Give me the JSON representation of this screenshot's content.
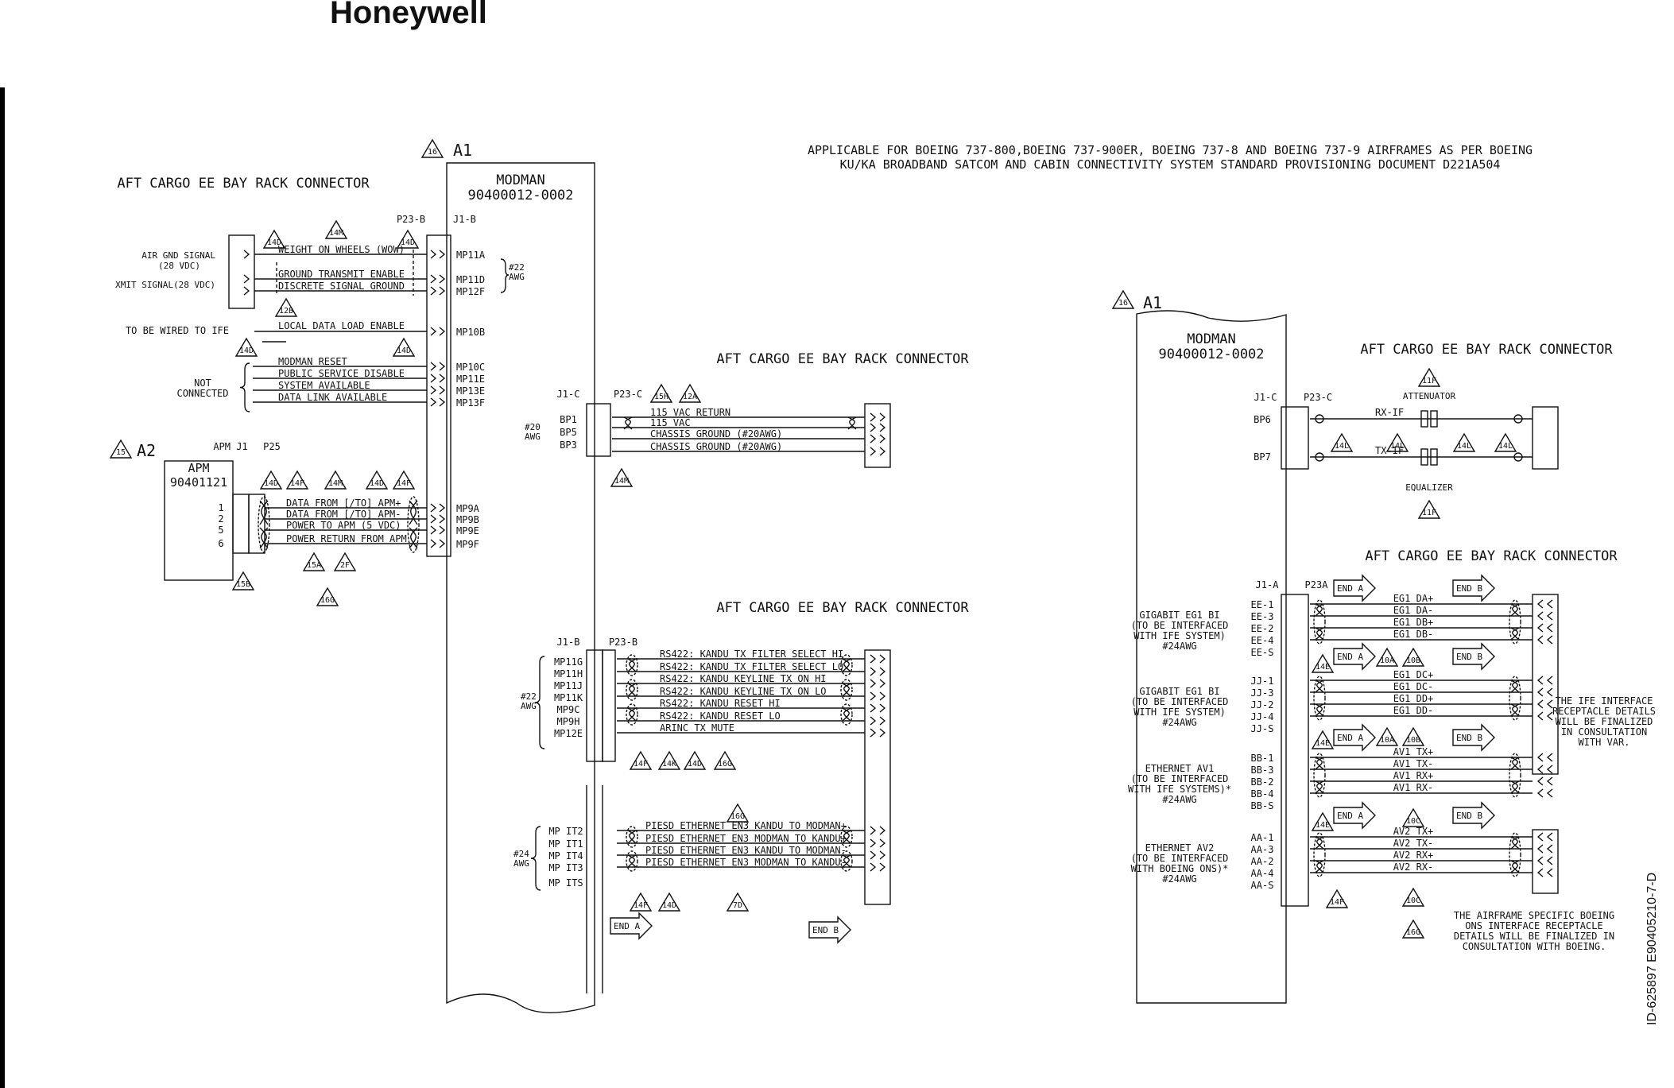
{
  "logo": "Honeywell",
  "doc_id": "ID-625897   E90405210-7-D",
  "applicable_note": [
    "APPLICABLE FOR BOEING 737-800,BOEING 737-900ER, BOEING 737-8 AND BOEING 737-9 AIRFRAMES AS PER BOEING",
    "KU/KA BROADBAND SATCOM AND CABIN CONNECTIVITY SYSTEM STANDARD PROVISIONING DOCUMENT D221A504"
  ],
  "left_a1": {
    "ref_flag": "16",
    "ref": "A1",
    "name": "MODMAN",
    "part": "90400012-0002",
    "rack_title": "AFT CARGO EE BAY RACK CONNECTOR",
    "p23b": "P23-B",
    "j1b": "J1-B",
    "flags_top": [
      "14D",
      "14M",
      "14D"
    ],
    "inputs": [
      "AIR GND SIGNAL",
      "(28 VDC)",
      "XMIT SIGNAL(28 VDC)"
    ],
    "signals": [
      {
        "label": "WEIGHT ON WHEELS (WOW)",
        "pin": "MP11A"
      },
      {
        "label": "GROUND TRANSMIT ENABLE",
        "pin": "MP11D"
      },
      {
        "label": "DISCRETE SIGNAL GROUND",
        "pin": "MP12F"
      }
    ],
    "awg22": [
      "#22",
      "AWG"
    ],
    "flag_12b": "12B",
    "ife_label": "TO BE WIRED TO IFE",
    "local_load": {
      "label": "LOCAL DATA LOAD ENABLE",
      "pin": "MP10B"
    },
    "flags_ife": [
      "14D",
      "14D"
    ],
    "not_connected": [
      "NOT",
      "CONNECTED"
    ],
    "nc_signals": [
      {
        "label": "MODMAN RESET",
        "pin": "MP10C"
      },
      {
        "label": "PUBLIC SERVICE DISABLE",
        "pin": "MP11E"
      },
      {
        "label": "SYSTEM AVAILABLE",
        "pin": "MP13E"
      },
      {
        "label": "DATA LINK AVAILABLE",
        "pin": "MP13F"
      }
    ],
    "a2": {
      "flag": "15",
      "ref": "A2",
      "name": "APM",
      "part": "90401121",
      "j1": "APM J1",
      "p25": "P25",
      "pins": [
        "1",
        "2",
        "5",
        "6"
      ],
      "flags_top": [
        "14D",
        "14F",
        "14M",
        "14D",
        "14F"
      ],
      "signals": [
        {
          "label": "DATA FROM [/TO] APM+",
          "pin": "MP9A"
        },
        {
          "label": "DATA FROM [/TO] APM-",
          "pin": "MP9B"
        },
        {
          "label": "POWER TO APM (5 VDC)",
          "pin": "MP9E"
        },
        {
          "label": "POWER RETURN FROM APM",
          "pin": "MP9F"
        }
      ],
      "flags_bottom": [
        "15A",
        "2F",
        "16G",
        "15B"
      ]
    },
    "rack2_title": "AFT CARGO EE BAY RACK CONNECTOR",
    "j1c": "J1-C",
    "p23c": "P23-C",
    "flags_c": [
      "15H",
      "12A",
      "14M"
    ],
    "awg20": [
      "#20",
      "AWG"
    ],
    "c_pins": [
      "BP1",
      "BP5",
      "BP3"
    ],
    "c_signals": [
      "115 VAC RETURN",
      "115 VAC",
      "CHASSIS GROUND (#20AWG)",
      "CHASSIS GROUND (#20AWG)"
    ],
    "rack3_title": "AFT CARGO EE BAY RACK CONNECTOR",
    "j1b2": "J1-B",
    "p23b2": "P23-B",
    "b_pins": [
      "MP11G",
      "MP11H",
      "MP11J",
      "MP11K",
      "MP9C",
      "MP9H",
      "MP12E"
    ],
    "b_signals": [
      "RS422: KANDU TX FILTER SELECT HI",
      "RS422: KANDU TX FILTER SELECT LO",
      "RS422: KANDU KEYLINE TX ON HI",
      "RS422: KANDU KEYLINE TX ON LO",
      "RS422: KANDU RESET HI",
      "RS422: KANDU RESET LO",
      "ARINC TX MUTE"
    ],
    "flags_b": [
      "14F",
      "14K",
      "14D",
      "16G"
    ],
    "flag_16g_mid": "16G",
    "awg24": [
      "#24",
      "AWG"
    ],
    "e_pins": [
      "MP IT2",
      "MP IT1",
      "MP IT4",
      "MP IT3",
      "MP ITS"
    ],
    "e_signals": [
      "PIESD ETHERNET EN3 KANDU TO MODMAN+",
      "PIESD ETHERNET EN3 MODMAN TO KANDU+",
      "PIESD ETHERNET EN3 KANDU TO MODMAN-",
      "PIESD ETHERNET EN3 MODMAN TO KANDU-"
    ],
    "flags_e": [
      "14F",
      "14D",
      "7D"
    ],
    "end_a": "END A",
    "end_b": "END B"
  },
  "right_a1": {
    "ref_flag": "16",
    "ref": "A1",
    "name": "MODMAN",
    "part": "90400012-0002",
    "rack_title": "AFT CARGO EE BAY RACK CONNECTOR",
    "j1c": "J1-C",
    "p23c": "P23-C",
    "attenuator": "ATTENUATOR",
    "equalizer": "EQUALIZER",
    "flag_11f": "11F",
    "pins": [
      "BP6",
      "BP7"
    ],
    "signals": [
      "RX-IF",
      "TX-IF"
    ],
    "flags_14l": "14L",
    "rack2_title": "AFT CARGO EE BAY RACK CONNECTOR",
    "j1a": "J1-A",
    "p23a": "P23A",
    "end_a": "END A",
    "end_b": "END B",
    "groups": [
      {
        "desc": [
          "GIGABIT EG1 BI",
          "(TO BE INTERFACED",
          "WITH IFE SYSTEM)",
          "#24AWG"
        ],
        "pins": [
          "EE-1",
          "EE-3",
          "EE-2",
          "EE-4",
          "EE-S"
        ],
        "signals": [
          "EG1 DA+",
          "EG1 DA-",
          "EG1 DB+",
          "EG1 DB-"
        ]
      },
      {
        "desc": [
          "GIGABIT EG1 BI",
          "(TO BE INTERFACED",
          "WITH IFE SYSTEM)",
          "#24AWG"
        ],
        "pins": [
          "JJ-1",
          "JJ-3",
          "JJ-2",
          "JJ-4",
          "JJ-S"
        ],
        "signals": [
          "EG1 DC+",
          "EG1 DC-",
          "EG1 DD+",
          "EG1 DD-"
        ]
      },
      {
        "desc": [
          "ETHERNET AV1",
          "(TO BE INTERFACED",
          "WITH IFE SYSTEMS)*",
          "#24AWG"
        ],
        "pins": [
          "BB-1",
          "BB-3",
          "BB-2",
          "BB-4",
          "BB-S"
        ],
        "signals": [
          "AV1 TX+",
          "AV1 TX-",
          "AV1 RX+",
          "AV1 RX-"
        ]
      },
      {
        "desc": [
          "ETHERNET AV2",
          "(TO BE INTERFACED",
          "WITH BOEING ONS)*",
          "#24AWG"
        ],
        "pins": [
          "AA-1",
          "AA-3",
          "AA-2",
          "AA-4",
          "AA-S"
        ],
        "signals": [
          "AV2 TX+",
          "AV2 TX-",
          "AV2 RX+",
          "AV2 RX-"
        ]
      }
    ],
    "flags_mid": [
      "14E",
      "10A",
      "10B",
      "10C",
      "14F",
      "16G"
    ],
    "ife_note": [
      "THE IFE INTERFACE",
      "RECEPTACLE DETAILS",
      "WILL BE FINALIZED",
      "IN CONSULTATION",
      "WITH VAR."
    ],
    "boeing_note": [
      "THE AIRFRAME SPECIFIC BOEING",
      "ONS INTERFACE RECEPTACLE",
      "DETAILS WILL BE FINALIZED IN",
      "CONSULTATION WITH BOEING."
    ]
  }
}
